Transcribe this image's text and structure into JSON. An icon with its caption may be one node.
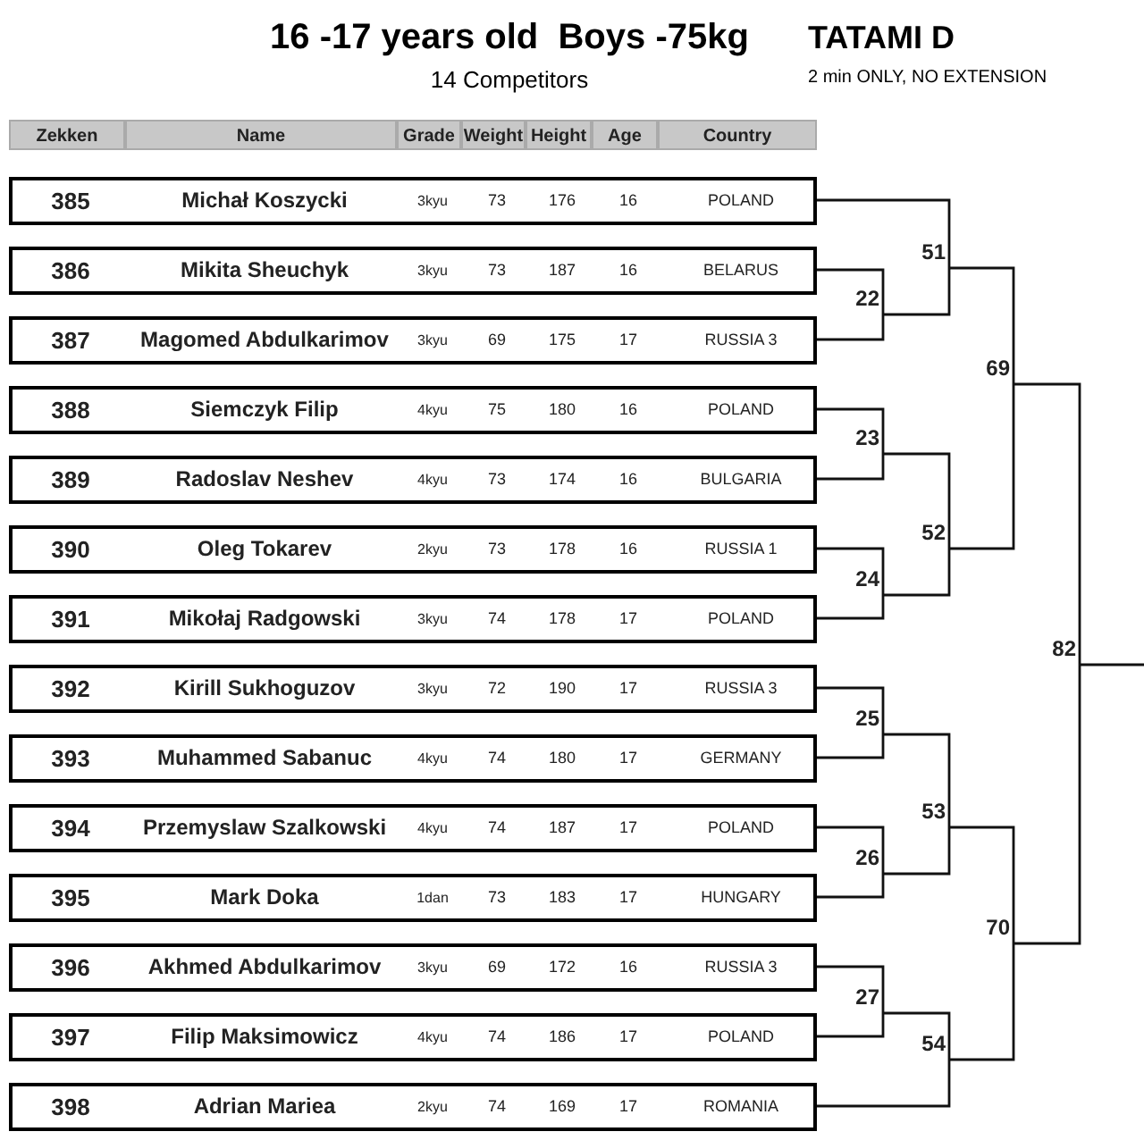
{
  "diagram": {
    "title": "16 -17 years old  Boys -75kg",
    "nodes": [
      {
        "text": [
          "385",
          "Michał Koszycki",
          "3kyu",
          "73",
          "176",
          "16",
          "POLAND"
        ]
      },
      {
        "text": [
          "386",
          "Mikita   Sheuchyk",
          "3kyu",
          "73",
          "187",
          "16",
          "BELARUS"
        ]
      },
      {
        "text": [
          "387",
          "Magomed Abdulkarimov",
          "3kyu",
          "69",
          "175",
          "17",
          "RUSSIA 3"
        ]
      },
      {
        "text": [
          "388",
          "Siemczyk Filip",
          "4kyu",
          "75",
          "180",
          "16",
          "POLAND"
        ]
      },
      {
        "text": [
          "389",
          "Radoslav Neshev",
          "4kyu",
          "73",
          "174",
          "16",
          "BULGARIA"
        ]
      },
      {
        "text": [
          "390",
          "Oleg Tokarev",
          "2kyu",
          "73",
          "178",
          "16",
          "RUSSIA 1"
        ]
      },
      {
        "text": [
          "391",
          "Mikołaj Radgowski",
          "3kyu",
          "74",
          "178",
          "17",
          "POLAND"
        ]
      },
      {
        "text": [
          "392",
          "Kirill Sukhoguzov",
          "3kyu",
          "72",
          "190",
          "17",
          "RUSSIA 3"
        ]
      },
      {
        "text": [
          "393",
          "Muhammed Sabanuc",
          "4kyu",
          "74",
          "180",
          "17",
          "GERMANY"
        ]
      },
      {
        "text": [
          "394",
          "Przemyslaw Szalkowski",
          "4kyu",
          "74",
          "187",
          "17",
          "POLAND"
        ]
      },
      {
        "text": [
          "395",
          "Mark Doka",
          "1dan",
          "73",
          "183",
          "17",
          "HUNGARY"
        ]
      },
      {
        "text": [
          "396",
          "Akhmed Abdulkarimov",
          "3kyu",
          "69",
          "172",
          "16",
          "RUSSIA 3"
        ]
      },
      {
        "text": [
          "397",
          "Filip Maksimowicz",
          "4kyu",
          "74",
          "186",
          "17",
          "POLAND"
        ]
      },
      {
        "text": [
          "398",
          "Adrian Mariea",
          "2kyu",
          "74",
          "169",
          "17",
          "ROMANIA"
        ]
      },
      {
        "text": [
          "51"
        ]
      },
      {
        "text": [
          "22"
        ]
      },
      {
        "text": [
          "69"
        ]
      },
      {
        "text": [
          "23"
        ]
      },
      {
        "text": [
          "52"
        ]
      },
      {
        "text": [
          "24"
        ]
      },
      {
        "text": [
          "82"
        ]
      },
      {
        "text": [
          "25"
        ]
      },
      {
        "text": [
          "53"
        ]
      },
      {
        "text": [
          "26"
        ]
      },
      {
        "text": [
          "70"
        ]
      },
      {
        "text": [
          "27"
        ]
      },
      {
        "text": [
          "54"
        ]
      }
    ],
    "edges": [
      {
        "from": 0,
        "to": 14,
        "arrow": "none"
      },
      {
        "from": 1,
        "to": 15,
        "arrow": "none"
      },
      {
        "from": 2,
        "to": 15,
        "arrow": "none"
      },
      {
        "from": 15,
        "to": 14,
        "arrow": "none"
      },
      {
        "from": 14,
        "to": 16,
        "arrow": "none"
      },
      {
        "from": 3,
        "to": 17,
        "arrow": "none"
      },
      {
        "from": 4,
        "to": 17,
        "arrow": "none"
      },
      {
        "from": 5,
        "to": 19,
        "arrow": "none"
      },
      {
        "from": 6,
        "to": 19,
        "arrow": "none"
      },
      {
        "from": 17,
        "to": 18,
        "arrow": "none"
      },
      {
        "from": 19,
        "to": 18,
        "arrow": "none"
      },
      {
        "from": 18,
        "to": 16,
        "arrow": "none"
      },
      {
        "from": 16,
        "to": 20,
        "arrow": "none"
      },
      {
        "from": 7,
        "to": 21,
        "arrow": "none"
      },
      {
        "from": 8,
        "to": 21,
        "arrow": "none"
      },
      {
        "from": 9,
        "to": 23,
        "arrow": "none"
      },
      {
        "from": 10,
        "to": 23,
        "arrow": "none"
      },
      {
        "from": 21,
        "to": 22,
        "arrow": "none"
      },
      {
        "from": 23,
        "to": 22,
        "arrow": "none"
      },
      {
        "from": 11,
        "to": 25,
        "arrow": "none"
      },
      {
        "from": 12,
        "to": 25,
        "arrow": "none"
      },
      {
        "from": 25,
        "to": 26,
        "arrow": "none"
      },
      {
        "from": 13,
        "to": 26,
        "arrow": "none"
      },
      {
        "from": 22,
        "to": 24,
        "arrow": "none"
      },
      {
        "from": 26,
        "to": 24,
        "arrow": "none"
      },
      {
        "from": 24,
        "to": 20,
        "arrow": "none"
      },
      {
        "from": 20,
        "to": null,
        "arrow": "none"
      }
    ],
    "labels": [
      "14 Competitors",
      "TATAMI D",
      "2 min ONLY, NO EXTENSION",
      "Zekken",
      "Name",
      "Grade",
      "Weight",
      "Height",
      "Age",
      "Country"
    ]
  }
}
